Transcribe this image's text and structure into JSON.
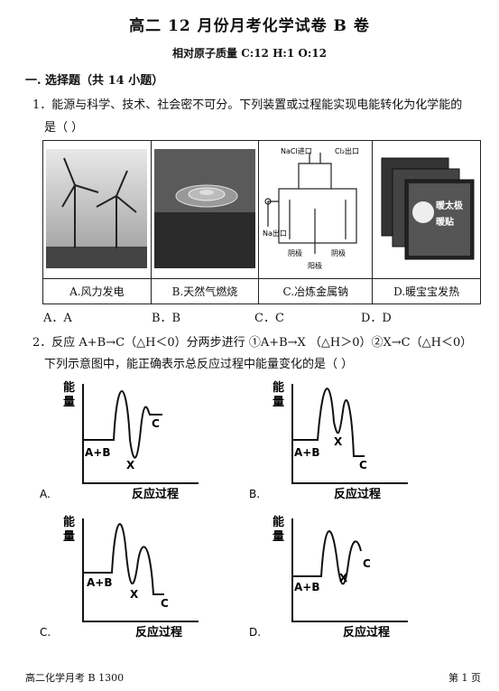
{
  "header": {
    "title": "高二 12 月份月考化学试卷 B 卷",
    "subtitle": "相对原子质量  C:12   H:1   O:12"
  },
  "section": {
    "label": "一. 选择题（共 14 小题）"
  },
  "q1": {
    "line1": "1．能源与科学、技术、社会密不可分。下列装置或过程能实现电能转化为化学能的",
    "line2": "是（      ）",
    "images": [
      {
        "caption": "A.风力发电"
      },
      {
        "caption": "B.天然气燃烧"
      },
      {
        "caption": "C.冶炼金属钠",
        "labels": {
          "nacl_in": "NaCl进口",
          "cl2_out": "Cl₂出口",
          "na_out": "Na出口",
          "cathode_l": "阴极",
          "cathode_r": "阴极",
          "anode": "阳极"
        }
      },
      {
        "caption": "D.暖宝宝发热",
        "labels": {
          "brand1": "暖太极",
          "brand2": "暖贴"
        }
      }
    ],
    "options": [
      "A．A",
      "B．B",
      "C．C",
      "D．D"
    ]
  },
  "q2": {
    "line1": "2．反应 A+B→C（△H＜0）分两步进行 ①A+B→X （△H＞0）②X→C（△H＜0）",
    "line2": "下列示意图中，能正确表示总反应过程中能量变化的是（      ）",
    "charts": [
      {
        "letter": "A.",
        "ylabel1": "能",
        "ylabel2": "量",
        "xlabel": "反应过程",
        "start": "A+B",
        "mid": "X",
        "end": "C"
      },
      {
        "letter": "B.",
        "ylabel1": "能",
        "ylabel2": "量",
        "xlabel": "反应过程",
        "start": "A+B",
        "mid": "X",
        "end": "C"
      },
      {
        "letter": "C.",
        "ylabel1": "能",
        "ylabel2": "量",
        "xlabel": "反应过程",
        "start": "A+B",
        "mid": "X",
        "end": "C"
      },
      {
        "letter": "D.",
        "ylabel1": "能",
        "ylabel2": "量",
        "xlabel": "反应过程",
        "start": "A+B",
        "mid": "X",
        "end": "C"
      }
    ]
  },
  "footer": {
    "left": "高二化学月考 B  1300",
    "right": "第 1 页"
  }
}
